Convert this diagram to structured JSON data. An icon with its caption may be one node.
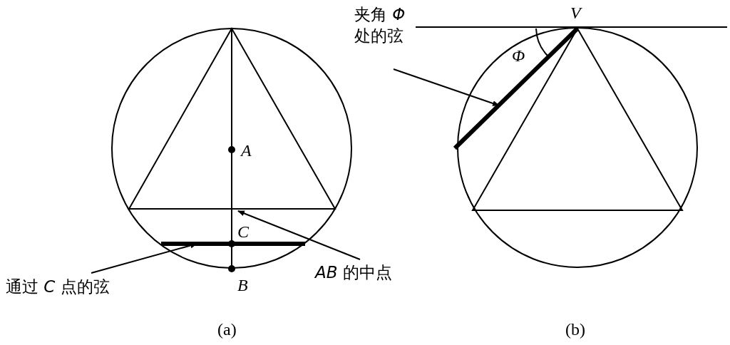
{
  "diagram": {
    "nodes": [
      {
        "text": [
          "通过 *C* 点的弦"
        ]
      },
      {
        "text": [],
        "shape": "bar"
      },
      {
        "text": [
          "*AB* 的中点"
        ]
      },
      {
        "text": [
          "夹角 *Φ* 处的弦"
        ]
      },
      {
        "text": [],
        "shape": "bar"
      }
    ],
    "edges": [
      {
        "from": 0,
        "to": 1,
        "arrow": "to"
      },
      {
        "from": 2,
        "to": null,
        "arrow": "to"
      },
      {
        "from": 3,
        "to": 4,
        "arrow": "to"
      }
    ],
    "labels": [
      "A",
      "C",
      "B",
      "V",
      "Φ",
      "(a)",
      "(b)"
    ]
  }
}
